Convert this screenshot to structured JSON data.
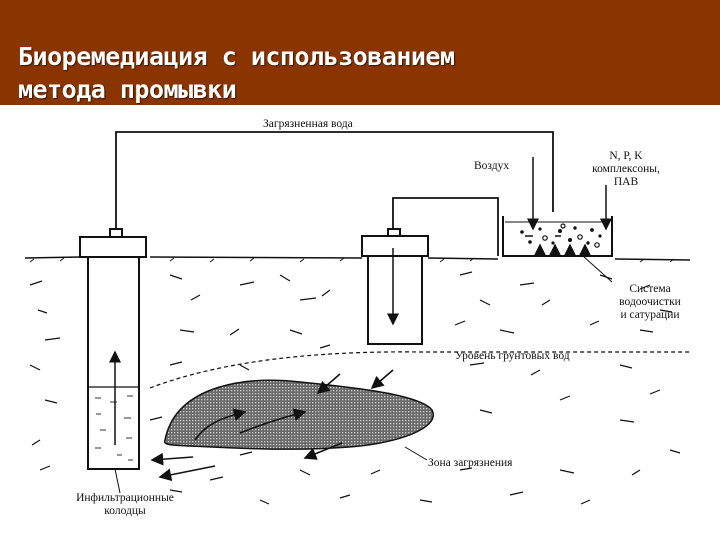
{
  "slide": {
    "title": "Биоремедиация с использованием\nметода промывки",
    "header_color": "#8a3400",
    "title_color": "#ffffff"
  },
  "diagram": {
    "labels": {
      "contaminated_water": "Загрязненная вода",
      "air": "Воздух",
      "nutrients_line1": "N, P, K",
      "nutrients_line2": "комплексоны,",
      "nutrients_line3": "ПАВ",
      "treatment_line1": "Система",
      "treatment_line2": "водоочистки",
      "treatment_line3": "и сатурации",
      "groundwater_level": "Уровень грунтовых вод",
      "contamination_zone": "Зона загрязнения",
      "wells_line1": "Инфильтрационные",
      "wells_line2": "колодцы"
    }
  }
}
